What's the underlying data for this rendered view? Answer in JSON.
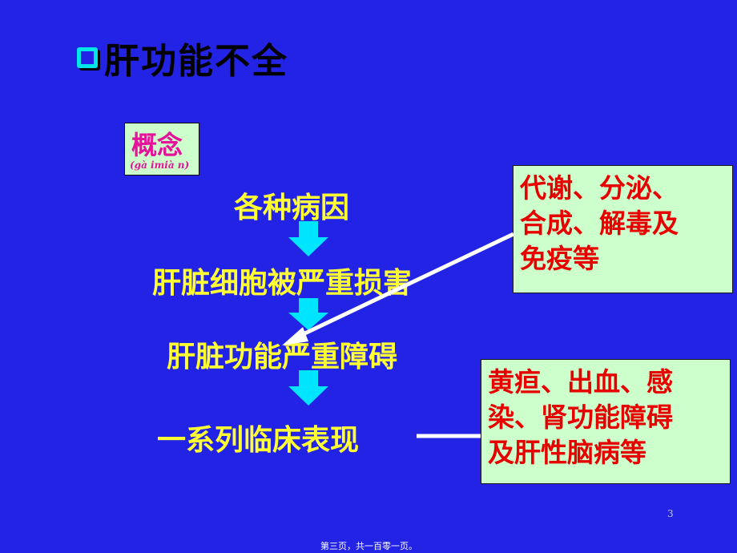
{
  "slide": {
    "title": "肝功能不全",
    "concept": {
      "label": "概念",
      "pinyin": "(gà imià n)"
    },
    "steps": [
      "各种病因",
      "肝脏细胞被严重损害",
      "肝脏功能严重障碍",
      "一系列临床表现"
    ],
    "callout_top": [
      "代谢、分泌、",
      "合成、解毒及",
      "免疫等"
    ],
    "callout_bottom": [
      "黄疸、出血、感",
      "染、肾功能障碍",
      "及肝性脑病等"
    ],
    "page_number": "3",
    "footer": "第三页，共一百零一页。"
  },
  "colors": {
    "background": "#2323e6",
    "step_text": "#ffff33",
    "down_arrow": "#00e5ff",
    "callout_text": "#e60000",
    "callout_bg": "#ccffcc",
    "concept_text": "#e6129a",
    "title_text": "#000000",
    "connector": "#ffffff"
  }
}
